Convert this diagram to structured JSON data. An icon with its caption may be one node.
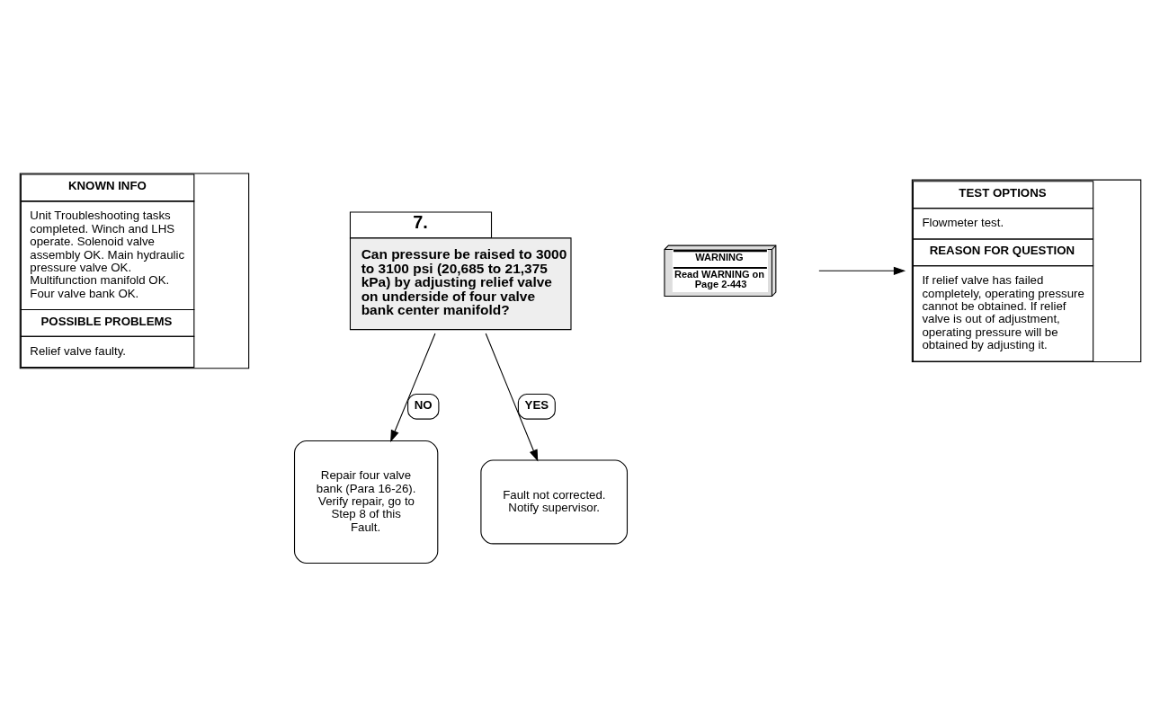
{
  "diagram": {
    "nodes": [
      {
        "text": [
          "KNOWN INFO",
          "Unit Troubleshooting tasks completed. Winch and LHS operate. Solenoid valve assembly OK. Main hydraulic pressure valve OK. Multifunction manifold OK. Four valve bank OK.",
          "POSSIBLE PROBLEMS",
          "Relief valve faulty."
        ]
      },
      {
        "text": [
          "7.",
          "Can pressure be raised to 3000 to 3100 psi (20,685 to 21,375 kPa) by adjusting relief valve on underside of four valve bank center manifold?"
        ]
      },
      {
        "text": [
          "WARNING",
          "Read WARNING on Page 2-443"
        ]
      },
      {
        "text": [
          "TEST OPTIONS",
          "Flowmeter test.",
          "REASON FOR QUESTION",
          "If relief valve has failed completely, operating pressure cannot be obtained. If relief valve is out of adjustment, operating pressure will be obtained by adjusting it."
        ]
      },
      {
        "text": [
          "Repair four valve bank (Para 16-26). Verify repair, go to Step 8 of this Fault."
        ]
      },
      {
        "text": [
          "Fault not corrected. Notify supervisor."
        ]
      }
    ],
    "edges": [
      {
        "from": 1,
        "to": 4,
        "arrow": "to",
        "label": "NO"
      },
      {
        "from": 1,
        "to": 5,
        "arrow": "to",
        "label": "YES"
      },
      {
        "from": null,
        "to": 3,
        "arrow": "to"
      }
    ]
  }
}
